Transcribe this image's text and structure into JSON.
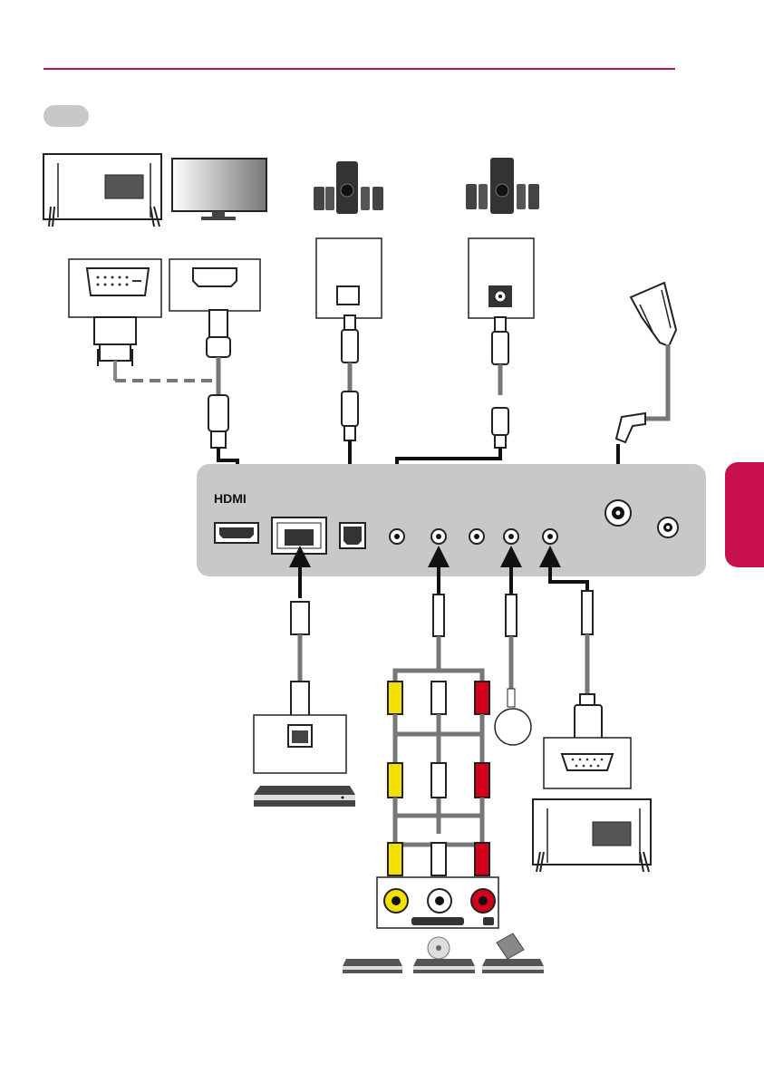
{
  "header": {
    "rule_color": "#b01848",
    "pill_color": "#c8c8c8"
  },
  "side_tab": {
    "color": "#c8104c"
  },
  "connector_panel": {
    "hdmi_label": "HDMI",
    "background": "#c8c8c8"
  },
  "devices": {
    "top": [
      "tv-rear-view",
      "monitor",
      "speaker-system-optical",
      "speaker-system-coaxial",
      "power-adapter"
    ],
    "bottom": [
      "network-device",
      "av-device-dvd-player",
      "av-device-disc-player",
      "av-device-vcr",
      "ir-receiver",
      "rs232-tv"
    ]
  },
  "colors": {
    "cable": "#7a7a7a",
    "arrow": "#111111",
    "rca_yellow": "#f2e000",
    "rca_white": "#ffffff",
    "rca_red": "#d4001a"
  }
}
